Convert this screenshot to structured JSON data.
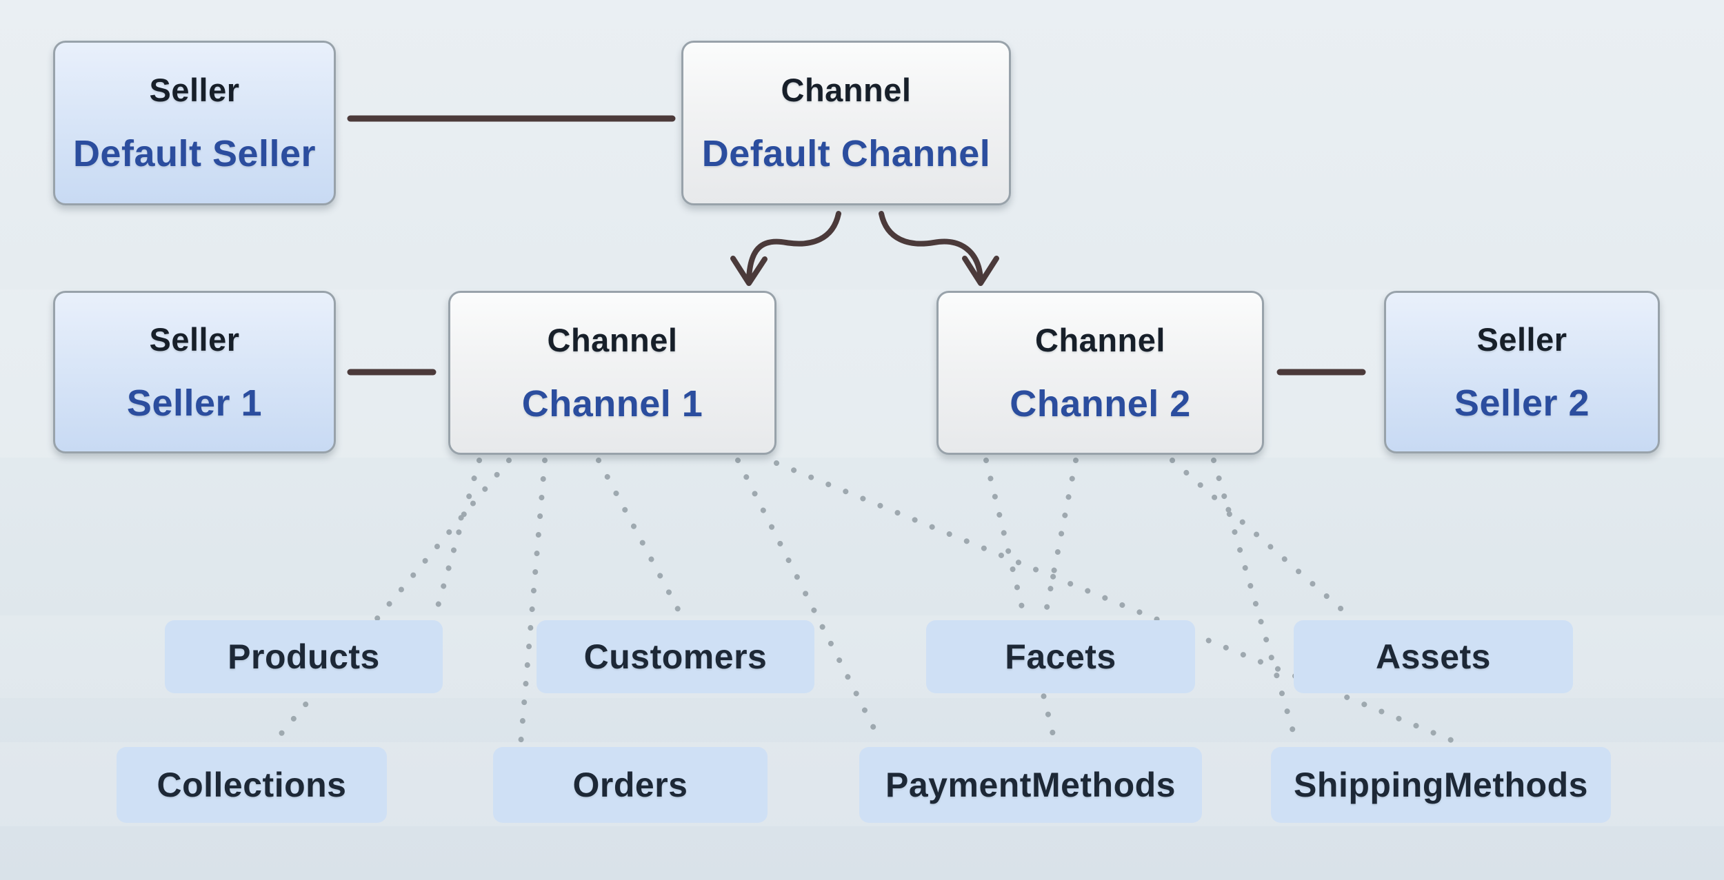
{
  "diagram": {
    "nodes": {
      "default_seller": {
        "type_label": "Seller",
        "name": "Default Seller"
      },
      "default_channel": {
        "type_label": "Channel",
        "name": "Default Channel"
      },
      "seller_1": {
        "type_label": "Seller",
        "name": "Seller 1"
      },
      "channel_1": {
        "type_label": "Channel",
        "name": "Channel 1"
      },
      "channel_2": {
        "type_label": "Channel",
        "name": "Channel 2"
      },
      "seller_2": {
        "type_label": "Seller",
        "name": "Seller 2"
      }
    },
    "entities": [
      "Products",
      "Customers",
      "Facets",
      "Assets",
      "Collections",
      "Orders",
      "PaymentMethods",
      "ShippingMethods"
    ],
    "relations": {
      "solid": [
        "Default Seller — Default Channel",
        "Seller 1 — Channel 1",
        "Seller 2 — Channel 2"
      ],
      "arrows": [
        "Default Channel → Channel 1",
        "Default Channel → Channel 2"
      ],
      "dotted": [
        "Channel 1 ⋯ Products",
        "Channel 1 ⋯ Collections",
        "Channel 1 ⋯ Orders",
        "Channel 1 ⋯ Customers",
        "Channel 1 ⋯ PaymentMethods",
        "Channel 1 ⋯ ShippingMethods",
        "Channel 2 ⋯ Facets",
        "Channel 2 ⋯ Assets",
        "Channel 2 ⋯ PaymentMethods",
        "Channel 2 ⋯ ShippingMethods"
      ]
    },
    "colors": {
      "background": "#e2e9ee",
      "seller_node_fill_top": "#e9f0fb",
      "seller_node_fill_bottom": "#c8daf3",
      "channel_node_fill_top": "#fbfcfc",
      "channel_node_fill_bottom": "#e7e9eb",
      "node_border": "#98a2aa",
      "entity_fill": "#cfe0f5",
      "type_label_text": "#171f29",
      "name_text": "#2b4d9e",
      "entity_text": "#1d2836",
      "solid_connector": "#4b3a3a",
      "dotted_connector": "#97a2a9"
    }
  }
}
